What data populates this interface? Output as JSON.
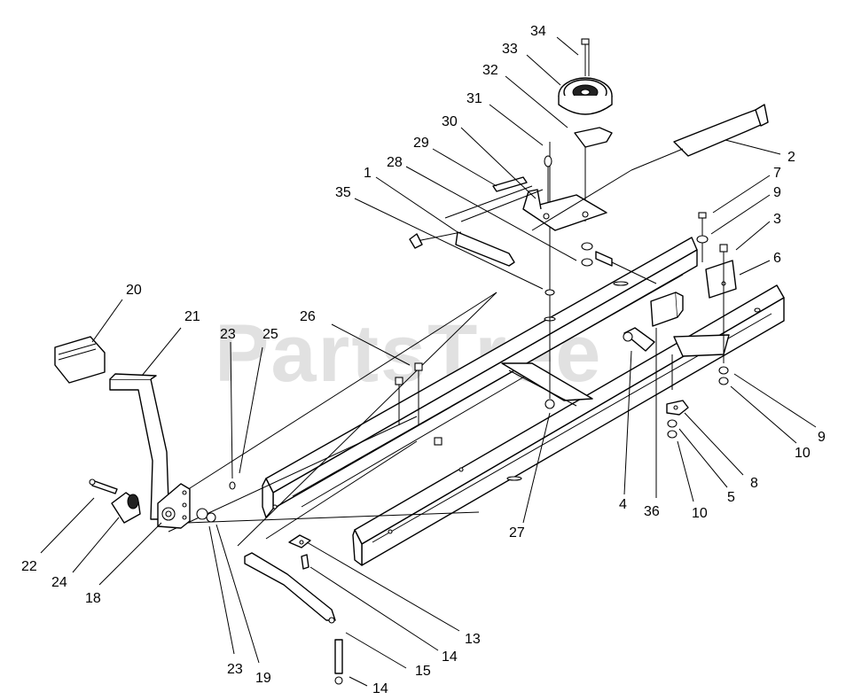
{
  "watermark": {
    "text": "PartsTree"
  },
  "callouts": [
    "1",
    "2",
    "3",
    "4",
    "5",
    "6",
    "7",
    "8",
    "9",
    "9",
    "10",
    "10",
    "13",
    "14",
    "14",
    "15",
    "18",
    "19",
    "20",
    "21",
    "22",
    "23",
    "23",
    "24",
    "25",
    "26",
    "27",
    "28",
    "29",
    "30",
    "31",
    "32",
    "33",
    "34",
    "35",
    "36"
  ],
  "colors": {
    "ink": "#000000",
    "paper": "#ffffff",
    "watermark": "#c9c9c9"
  }
}
